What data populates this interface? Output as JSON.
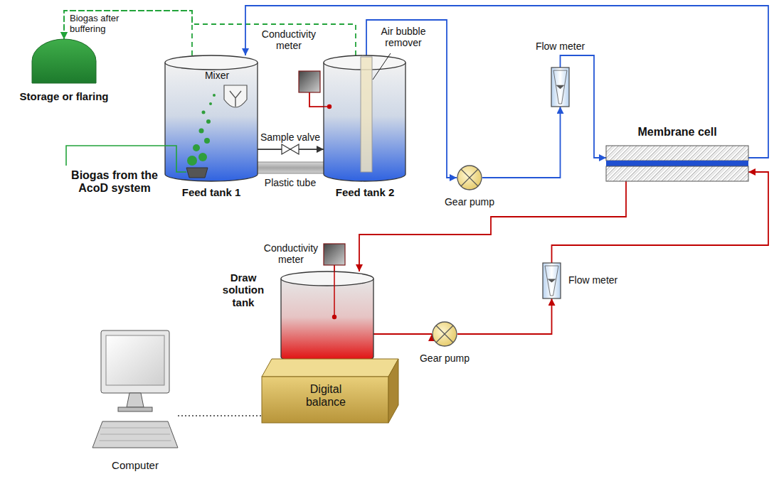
{
  "diagram": {
    "nodes": [
      {
        "text": [
          "Storage or flaring"
        ]
      },
      {
        "text": [
          "Mixer",
          "Feed tank 1"
        ]
      },
      {
        "text": [
          "Feed tank 2"
        ]
      },
      {
        "text": [
          "Conductivity meter"
        ]
      },
      {
        "text": [
          "Gear pump"
        ]
      },
      {
        "text": [
          "Flow meter"
        ]
      },
      {
        "text": [
          "Membrane cell"
        ]
      },
      {
        "text": [
          "Conductivity meter"
        ]
      },
      {
        "text": [
          "Draw solution tank"
        ]
      },
      {
        "text": [
          "Digital balance"
        ]
      },
      {
        "text": [
          "Gear pump"
        ]
      },
      {
        "text": [
          "Flow meter"
        ]
      },
      {
        "text": [
          "Computer"
        ]
      }
    ],
    "edges": [
      {
        "from": 1,
        "to": 0,
        "arrow": "to",
        "label": "Biogas after buffering"
      },
      {
        "from": 2,
        "to": 0,
        "arrow": "to"
      },
      {
        "from": 1,
        "to": 2,
        "arrow": "to",
        "label": "Sample valve"
      },
      {
        "from": 2,
        "to": 4,
        "arrow": "to"
      },
      {
        "from": 4,
        "to": 5,
        "arrow": "to"
      },
      {
        "from": 5,
        "to": 6,
        "arrow": "to"
      },
      {
        "from": 6,
        "to": 1,
        "arrow": "to"
      },
      {
        "from": 8,
        "to": 10,
        "arrow": "to"
      },
      {
        "from": 10,
        "to": 11,
        "arrow": "to"
      },
      {
        "from": 11,
        "to": 6,
        "arrow": "to"
      },
      {
        "from": 6,
        "to": 8,
        "arrow": "to"
      },
      {
        "from": 3,
        "to": 2,
        "arrow": "none"
      },
      {
        "from": 7,
        "to": 8,
        "arrow": "none"
      },
      {
        "from": 12,
        "to": 9,
        "arrow": "none"
      }
    ],
    "labels": [
      "Biogas from the AcoD system",
      "Air bubble remover",
      "Plastic tube"
    ]
  }
}
